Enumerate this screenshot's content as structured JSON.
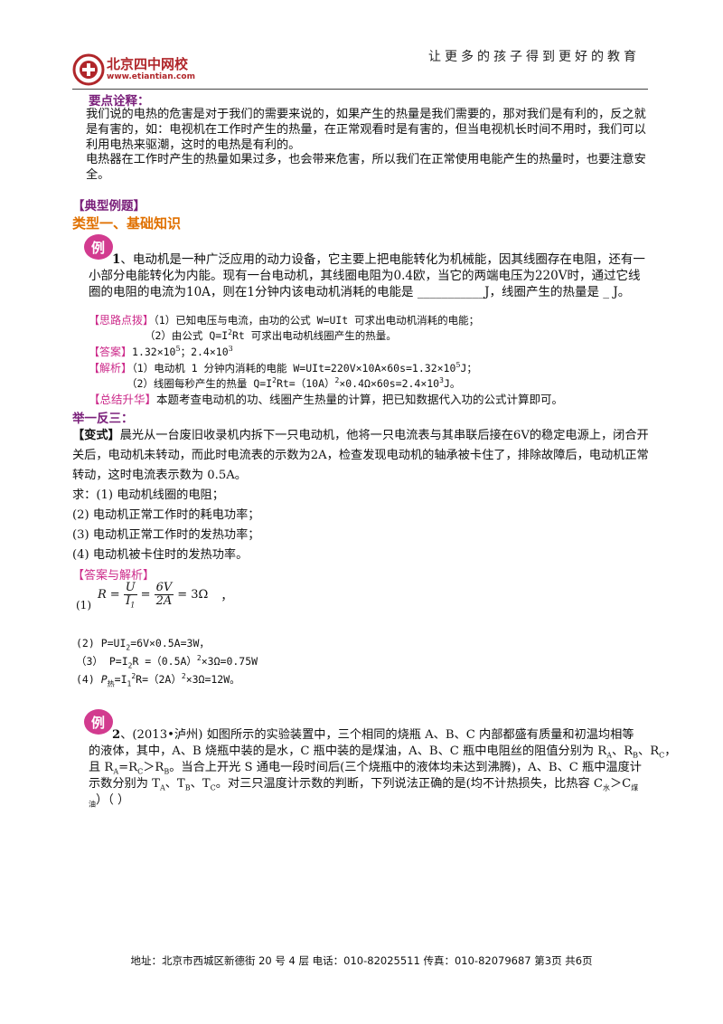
{
  "header": {
    "logo_cn": "北京四中网校",
    "logo_url": "www.etiantian.com",
    "slogan": "让更多的孩子得到更好的教育"
  },
  "notes": {
    "title": "要点诠释：",
    "p1": "我们说的电热的危害是对于我们的需要来说的，如果产生的热量是我们需要的，那对我们是有利的，反之就是有害的，如：电视机在工作时产生的热量，在正常观看时是有害的，但当电视机长时间不用时，我们可以利用电热来驱潮，这时的电热是有利的。",
    "p2": "电热器在工作时产生的热量如果过多，也会带来危害，所以我们在正常使用电能产生的热量时，也要注意安全。"
  },
  "section": {
    "title": "【典型例题】",
    "type1": "类型一、基础知识"
  },
  "example1": {
    "badge": "例",
    "num": "1",
    "text": "、电动机是一种广泛应用的动力设备，它主要上把电能转化为机械能，因其线圈存在电阻，还有一小部分电能转化为内能。现有一台电动机，其线圈电阻为0.4欧，当它的两端电压为220V时，通过它线圈的电阻的电流为10A，则在1分钟内该电动机消耗的电能是",
    "blank1": "___________",
    "mid": "J，线圈产生的热量是",
    "blank2": "_",
    "tail": "J。",
    "hint_label": "【思路点拨】",
    "hint1": "（1）已知电压与电流，由功的公式 W=UIt 可求出电动机消耗的电能；",
    "hint2a": "（2）由公式 Q=I",
    "hint2b": "Rt 可求出电动机线圈产生的热量。",
    "answer_label": "【答案】",
    "answer_a": "1.32×10",
    "answer_exp1": "5",
    "answer_b": "；2.4×10",
    "answer_exp2": "3",
    "analysis_label": "【解析】",
    "an1a": "（1）电动机 1 分钟内消耗的电能 W=UIt=220V×10A×60s=1.32×10",
    "an1exp": "5",
    "an1b": "J；",
    "an2a": "（2）线圈每秒产生的热量 Q=I",
    "an2exp": "2",
    "an2b": "Rt=（10A）",
    "an2exp2": "2",
    "an2c": "×0.4Ω×60s=2.4×10",
    "an2exp3": "3",
    "an2d": "J。",
    "summary_label": "【总结升华】",
    "summary": "本题考查电动机的功、线圈产生热量的计算，把已知数据代入功的公式计算即可。"
  },
  "variation": {
    "title": "举一反三：",
    "label": "【变式】",
    "text": "晨光从一台废旧收录机内拆下一只电动机，他将一只电流表与其串联后接在6V的稳定电源上，闭合开关后，电动机未转动，而此时电流表的示数为2A，检查发现电动机的轴承被卡住了，排除故障后，电动机正常转动，这时电流表示数为 0.5A。",
    "q0": "求：(1) 电动机线圈的电阻；",
    "q2": "(2) 电动机正常工作时的耗电功率；",
    "q3": "(3) 电动机正常工作时的发热功率；",
    "q4": "(4) 电动机被卡住时的发热功率。",
    "ans_label": "【答案与解析】",
    "s1_idx": "(1)",
    "s1_R": "R",
    "s1_eq": "=",
    "s1_U": "U",
    "s1_I1": "I",
    "s1_sub1": "1",
    "s1_6V": "6V",
    "s1_2A": "2A",
    "s1_res": "= 3Ω",
    "s1_comma": "，",
    "s2a": "(2)  P=UI",
    "s2sub": "2",
    "s2b": "=6V×0.5A=3W，",
    "s3a": "（3）  P=I",
    "s3sub": "2",
    "s3b": "R =（0.5A）",
    "s3exp": "2",
    "s3c": "×3Ω=0.75W",
    "s4a": "(4)  ",
    "s4P": "P",
    "s4sub": "热",
    "s4b": "=I",
    "s4sub2": "1",
    "s4exp": "2",
    "s4c": "R=（2A）",
    "s4exp2": "2",
    "s4d": "×3Ω=12W。"
  },
  "example2": {
    "badge": "例",
    "num": "2",
    "l1": "、(2013•泸州) 如图所示的实验装置中，三个相同的烧瓶 A、B、C 内部都盛有质量和初温均相等",
    "l2": "的液体，其中，A、B 烧瓶中装的是水，C 瓶中装的是煤油，A、B、C 瓶中电阻丝的阻值分别为 R",
    "l2s1": "A",
    "l2b": "、R",
    "l2s2": "B",
    "l2c": "、R",
    "l2s3": "C",
    "l2d": "，",
    "l3a": "且 R",
    "l3s1": "A",
    "l3b": "=R",
    "l3s2": "C",
    "l3c": "＞R",
    "l3s3": "B",
    "l3d": "。当合上开光 S 通电一段时间后(三个烧瓶中的液体均未达到沸腾)，A、B、C 瓶中温度计",
    "l4a": "示数分别为 T",
    "l4s1": "A",
    "l4b": "、T",
    "l4s2": "B",
    "l4c": "、T",
    "l4s3": "C",
    "l4d": "。对三只温度计示数的判断，下列说法正确的是(均不计热损失，比热容 C",
    "l4s4": "水",
    "l4e": "＞C",
    "l4s5": "煤",
    "l5s": "油",
    "l5": "）（      ）"
  },
  "footer": {
    "text": "地址：北京市西城区新德街 20 号 4 层  电话：010-82025511  传真：010-82079687   第3页  共6页"
  },
  "colors": {
    "accent_purple": "#7a1f7a",
    "accent_orange": "#e07000",
    "accent_pink": "#cc2a8a",
    "logo_red": "#b0262a"
  }
}
